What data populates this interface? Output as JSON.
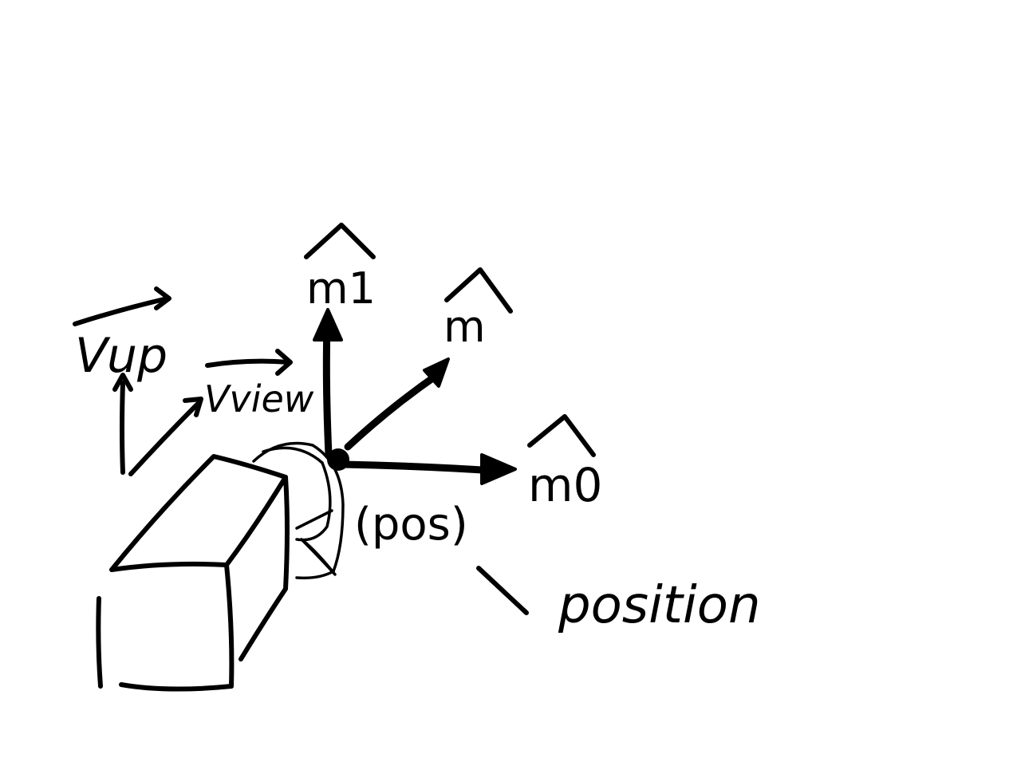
{
  "labels": {
    "v_up": "Vup",
    "v_view": "Vview",
    "m1": "m1",
    "m": "m",
    "m0": "m0",
    "pos": "(pos)",
    "position": "position"
  },
  "colors": {
    "ink": "#000000",
    "background": "#ffffff"
  }
}
